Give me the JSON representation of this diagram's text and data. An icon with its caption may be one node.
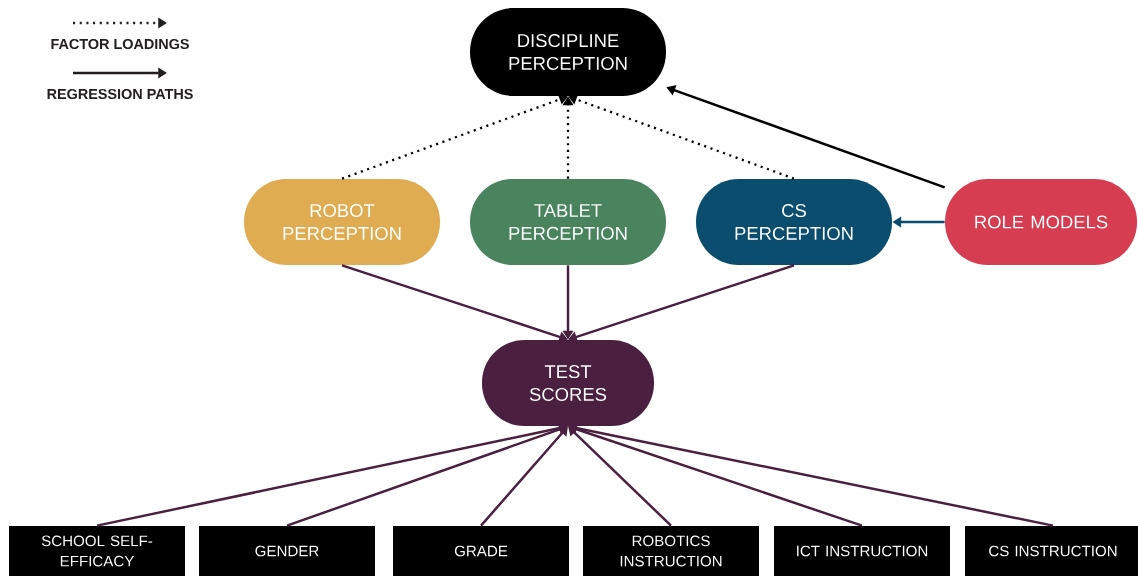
{
  "diagram": {
    "nodes": [
      {
        "text": [
          "DISCIPLINE PERCEPTION"
        ]
      },
      {
        "text": [
          "ROBOT PERCEPTION"
        ]
      },
      {
        "text": [
          "TABLET PERCEPTION"
        ]
      },
      {
        "text": [
          "CS PERCEPTION"
        ]
      },
      {
        "text": [
          "ROLE MODELS"
        ]
      },
      {
        "text": [
          "TEST SCORES"
        ]
      },
      {
        "text": [
          "SCHOOL SELF-EFFICACY"
        ]
      },
      {
        "text": [
          "GENDER"
        ]
      },
      {
        "text": [
          "GRADE"
        ]
      },
      {
        "text": [
          "ROBOTICS INSTRUCTION"
        ]
      },
      {
        "text": [
          "ICT INSTRUCTION"
        ]
      },
      {
        "text": [
          "CS INSTRUCTION"
        ]
      }
    ],
    "edges": [
      {
        "from": 1,
        "to": 0,
        "arrow": "to",
        "style": "dashed",
        "color": "#000000"
      },
      {
        "from": 2,
        "to": 0,
        "arrow": "to",
        "style": "dashed",
        "color": "#000000"
      },
      {
        "from": 3,
        "to": 0,
        "arrow": "to",
        "style": "dashed",
        "color": "#000000"
      },
      {
        "from": 4,
        "to": 3,
        "arrow": "to",
        "color": "#0a4d6e"
      },
      {
        "from": 4,
        "to": 0,
        "arrow": "to",
        "color": "#000000"
      },
      {
        "from": 1,
        "to": 5,
        "arrow": "to"
      },
      {
        "from": 2,
        "to": 5,
        "arrow": "to"
      },
      {
        "from": 3,
        "to": 5,
        "arrow": "to"
      },
      {
        "from": 6,
        "to": 5,
        "arrow": "to"
      },
      {
        "from": 7,
        "to": 5,
        "arrow": "to"
      },
      {
        "from": 8,
        "to": 5,
        "arrow": "to"
      },
      {
        "from": 9,
        "to": 5,
        "arrow": "to"
      },
      {
        "from": 10,
        "to": 5,
        "arrow": "to"
      },
      {
        "from": 11,
        "to": 5,
        "arrow": "to"
      }
    ],
    "legend": [
      {
        "text": "FACTOR LOADINGS"
      },
      {
        "text": "REGRESSION PATHS"
      }
    ]
  }
}
